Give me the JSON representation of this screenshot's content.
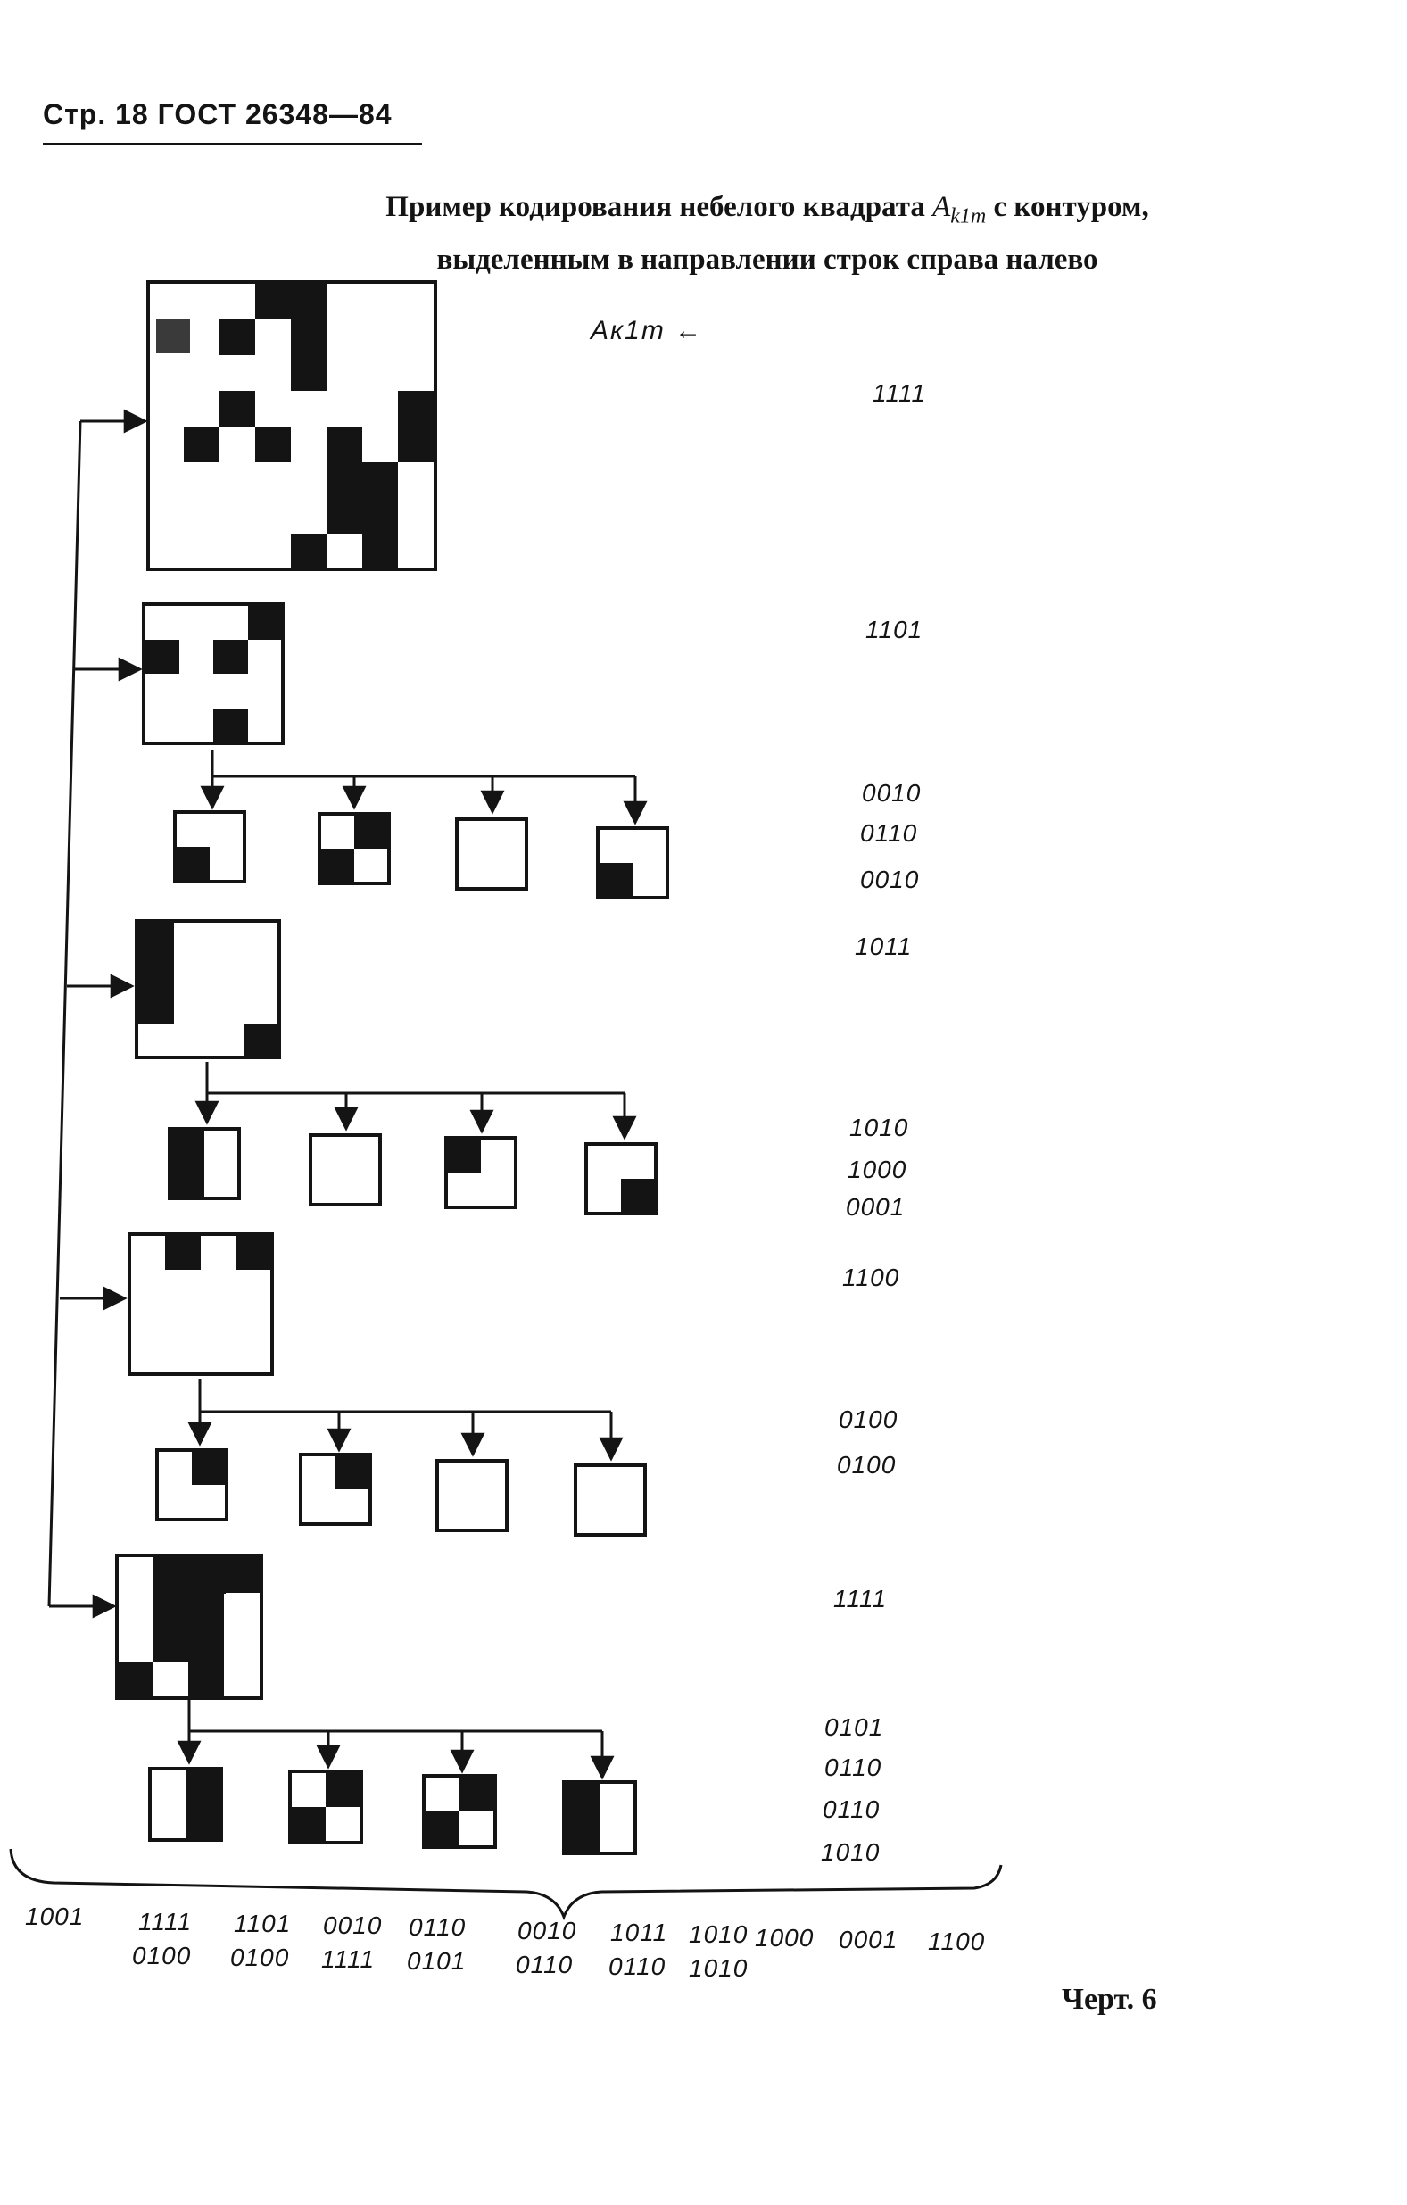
{
  "header": {
    "page_text": "Стр. 18 ГОСТ 26348—84"
  },
  "figure": {
    "title_part1": "Пример кодирования небелого квадрата ",
    "title_symbol": "A",
    "title_subscript": "k1m",
    "title_part2": " с контуром,",
    "title_line2": "выделенным в направлении строк справа налево",
    "label": "Ак1m ←",
    "caption": "Черт. 6"
  },
  "codes": [
    "1111",
    "1101",
    "0010",
    "0110",
    "0010",
    "1011",
    "1010",
    "1000",
    "0001",
    "1100",
    "0100",
    "0100",
    "1111",
    "0101",
    "0110",
    "0110",
    "1010"
  ],
  "summary": {
    "items": [
      {
        "top": "1001",
        "bottom": ""
      },
      {
        "top": "1111",
        "bottom": "0100"
      },
      {
        "top": "1101",
        "bottom": "0100"
      },
      {
        "top": "0010",
        "bottom": "1111"
      },
      {
        "top": "0110",
        "bottom": "0101"
      },
      {
        "top": "0010",
        "bottom": "0110"
      },
      {
        "top": "1011",
        "bottom": "0110"
      },
      {
        "top": "1010",
        "bottom": "1010"
      },
      {
        "top": "1000",
        "bottom": ""
      },
      {
        "top": "0001",
        "bottom": ""
      },
      {
        "top": "1100",
        "bottom": ""
      }
    ]
  }
}
